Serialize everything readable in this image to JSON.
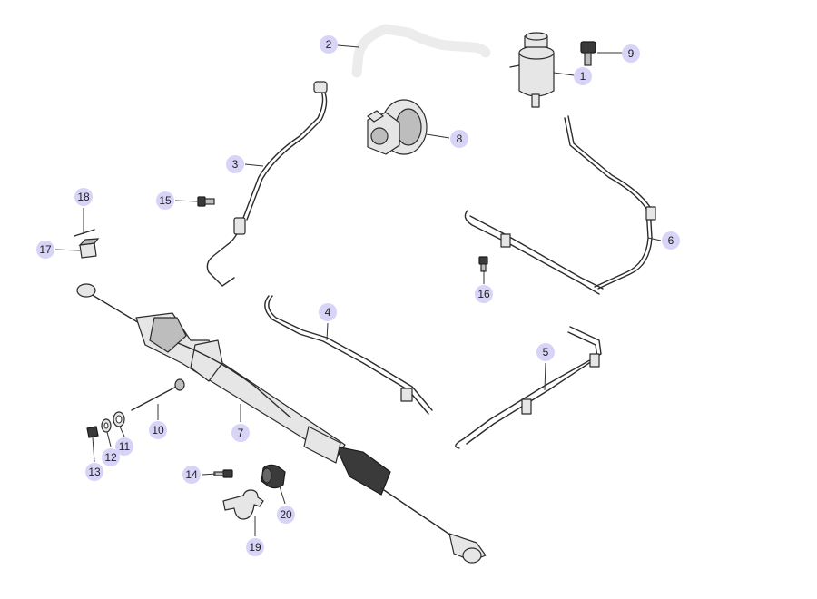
{
  "callouts": {
    "c1": "1",
    "c2": "2",
    "c3": "3",
    "c4": "4",
    "c5": "5",
    "c6": "6",
    "c7": "7",
    "c8": "8",
    "c9": "9",
    "c10": "10",
    "c11": "11",
    "c12": "12",
    "c13": "13",
    "c14": "14",
    "c15": "15",
    "c16": "16",
    "c17": "17",
    "c18": "18",
    "c19": "19",
    "c20": "20"
  },
  "colors": {
    "callout_fill": "#d7d4f7",
    "line": "#2b2b2b",
    "part_fill": "#e6e6e6"
  }
}
